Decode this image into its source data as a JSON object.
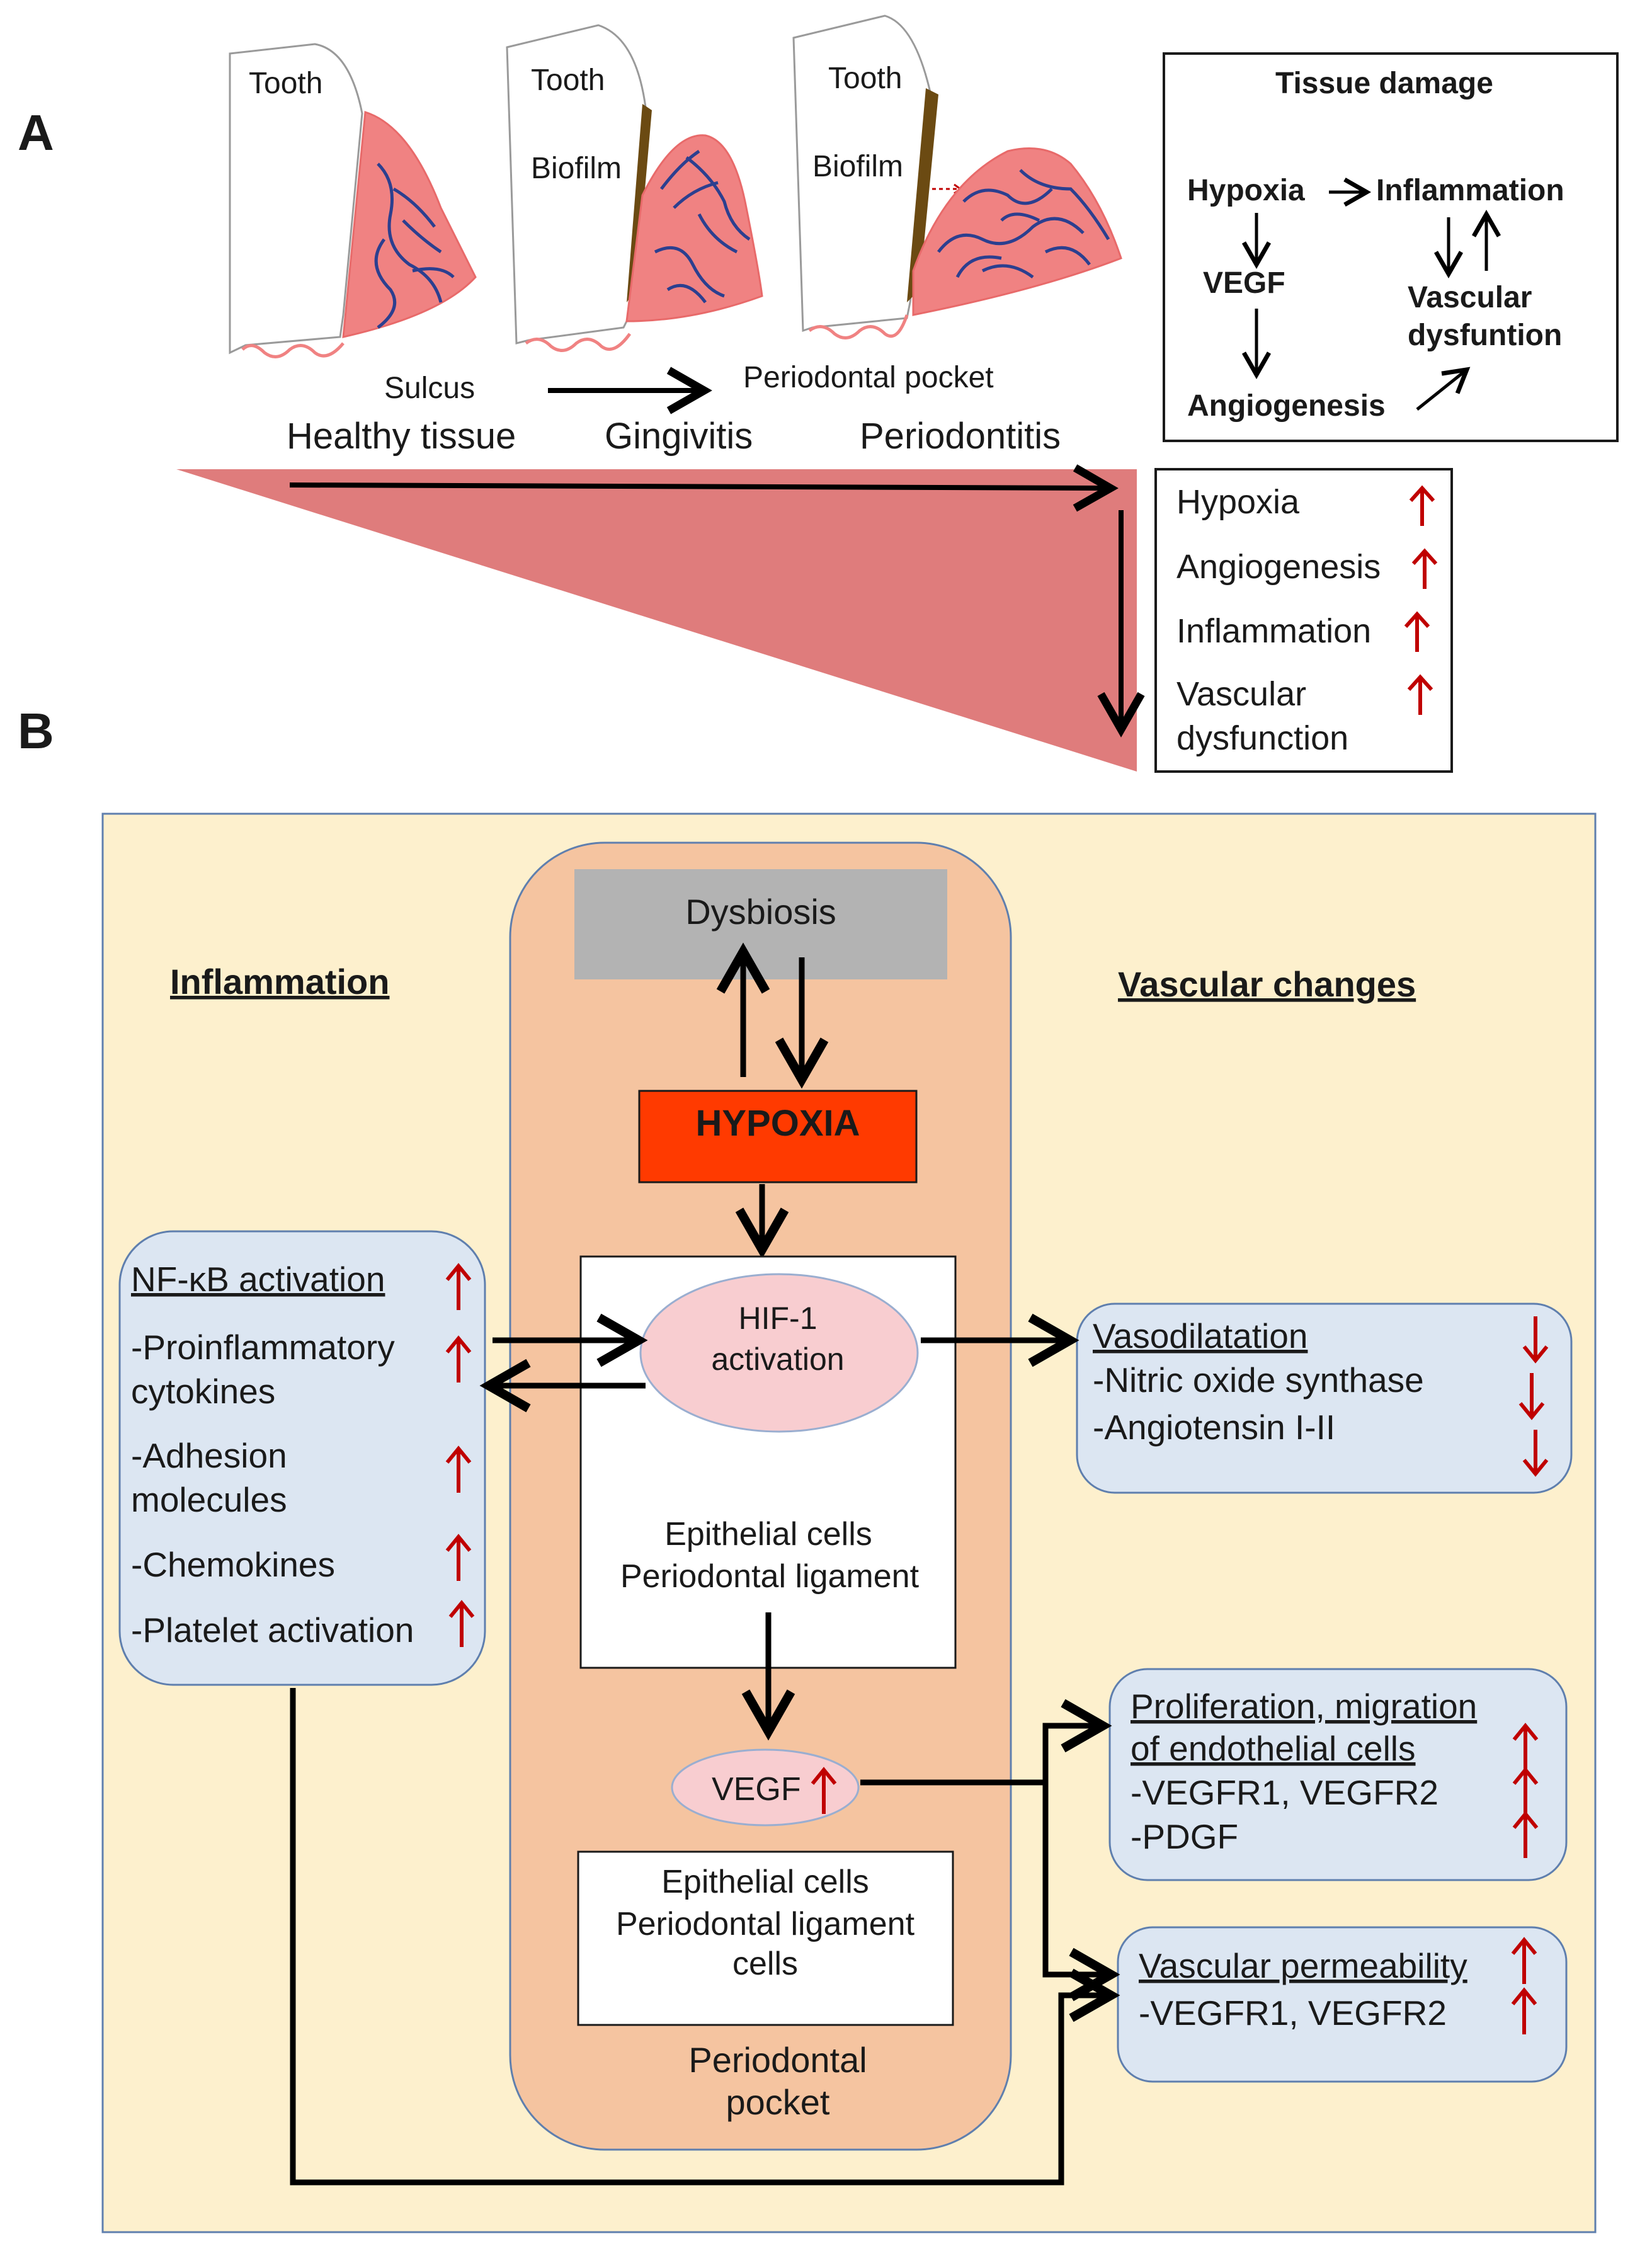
{
  "panel_a": {
    "label": "A",
    "stage1": {
      "tooth": "Tooth",
      "sulcus": "Sulcus",
      "name": "Healthy tissue"
    },
    "stage2": {
      "tooth": "Tooth",
      "biofilm": "Biofilm",
      "name": "Gingivitis"
    },
    "stage3": {
      "tooth": "Tooth",
      "biofilm": "Biofilm",
      "pocket": "Periodontal  pocket",
      "name": "Periodontitis"
    },
    "tissue_damage": {
      "title": "Tissue damage",
      "hypoxia": "Hypoxia",
      "inflammation": "Inflammation",
      "vegf": "VEGF",
      "vascular1": "Vascular",
      "vascular2": "dysfuntion",
      "angiogenesis": "Angiogenesis"
    },
    "increase_box": {
      "items": [
        "Hypoxia",
        "Angiogenesis",
        "Inflammation",
        "Vascular",
        "dysfunction"
      ]
    }
  },
  "panel_b": {
    "label": "B",
    "inflammation_heading": "Inflammation",
    "vascular_heading": "Vascular changes",
    "dysbiosis": "Dysbiosis",
    "hypoxia": "HYPOXIA",
    "hif1_line1": "HIF-1",
    "hif1_line2": "activation",
    "epithelial_a1": "Epithelial cells",
    "epithelial_a2": "Periodontal ligament",
    "vegf": "VEGF",
    "epithelial_b1": "Epithelial cells",
    "epithelial_b2": "Periodontal ligament",
    "epithelial_b3": "cells",
    "pocket1": "Periodontal",
    "pocket2": "pocket",
    "inflam_box": {
      "nfkb": "NF-κB activation",
      "pro1": "-Proinflammatory",
      "pro2": "cytokines",
      "adh1": "-Adhesion",
      "adh2": "molecules",
      "chem": "-Chemokines",
      "plat": "-Platelet activation"
    },
    "vaso_box": {
      "title": "Vasodilatation",
      "nos": "-Nitric oxide synthase",
      "ang": "-Angiotensin I-II"
    },
    "prolif_box": {
      "title1": "Proliferation, migration",
      "title2": "of endothelial cells",
      "vegfr": "-VEGFR1, VEGFR2",
      "pdgf": "-PDGF"
    },
    "perm_box": {
      "title": "Vascular permeability",
      "vegfr": "-VEGFR1, VEGFR2"
    }
  },
  "colors": {
    "gum": "#f08282",
    "vessel": "#2c3f8f",
    "biofilm": "#6b4a12",
    "wedge": "#df7c7c",
    "background_b": "#fdf0cd",
    "pocket": "#f5c4a0",
    "dysbiosis": "#b3b3b3",
    "hypoxia": "#ff3a00",
    "ellipse": "#f8cdd0",
    "blue_box": "#dce6f2",
    "up_arrow": "#c00000",
    "down_arrow": "#c00000"
  }
}
